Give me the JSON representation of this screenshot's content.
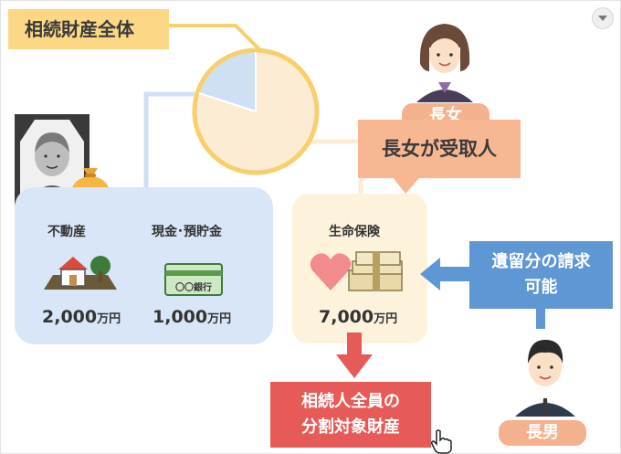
{
  "title": "相続財産全体",
  "assets": {
    "real_estate": {
      "label": "不動産",
      "amount": "2,000",
      "unit": "万円"
    },
    "cash": {
      "label": "現金･預貯金",
      "amount": "1,000",
      "unit": "万円",
      "bankbook_text": "〇〇銀行"
    },
    "insurance": {
      "label": "生命保険",
      "amount": "7,000",
      "unit": "万円"
    }
  },
  "yen_symbol": "¥",
  "eldest_daughter": {
    "badge": "長女",
    "receiver_text": "長女が受取人"
  },
  "eldest_son": {
    "badge": "長男"
  },
  "claim_box": {
    "line1": "遺留分の請求",
    "line2": "可能"
  },
  "target_box": {
    "line1": "相続人全員の",
    "line2": "分割対象財産"
  },
  "colors": {
    "title_bg": "#fcd785",
    "pie_outline": "#f7cf6b",
    "pie_blue": "#cfe0f5",
    "pie_cream": "#fdecd4",
    "blue_box": "#d8e6f7",
    "insurance_box": "#fdf2dc",
    "heir_box": "#f7b793",
    "claim_box": "#5f96d4",
    "target_box": "#e65a57",
    "arrow_red": "#e65a57",
    "arrow_blue": "#5f96d4"
  }
}
